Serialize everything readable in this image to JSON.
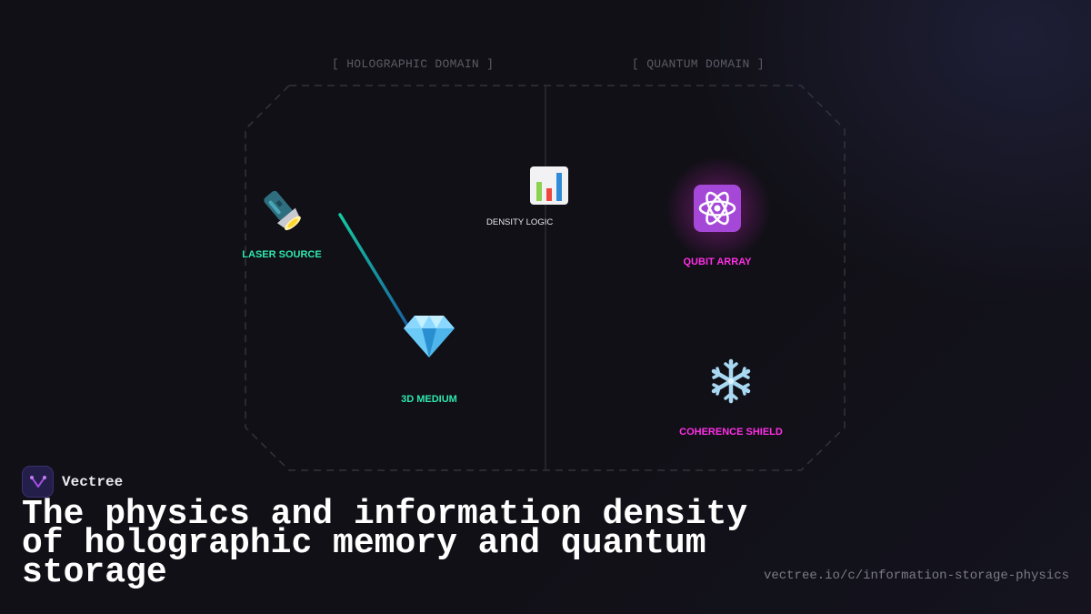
{
  "domains": {
    "holographic": "[ HOLOGRAPHIC DOMAIN ]",
    "quantum": "[ QUANTUM DOMAIN ]"
  },
  "nodes": {
    "laser_source": {
      "label": "LASER SOURCE",
      "icon": "flashlight-icon"
    },
    "medium_3d": {
      "label": "3D MEDIUM",
      "icon": "gem-icon"
    },
    "density_logic": {
      "label": "DENSITY LOGIC",
      "icon": "bar-chart-icon"
    },
    "qubit_array": {
      "label": "QUBIT ARRAY",
      "icon": "atom-icon"
    },
    "coherence_shield": {
      "label": "COHERENCE SHIELD",
      "icon": "snowflake-icon"
    }
  },
  "colors": {
    "holographic": "#2ee6b0",
    "quantum": "#ff2fe6",
    "background": "#111016"
  },
  "brand": {
    "name": "Vectree"
  },
  "title": "The physics and information density of holographic memory and quantum storage",
  "url": "vectree.io/c/information-storage-physics"
}
